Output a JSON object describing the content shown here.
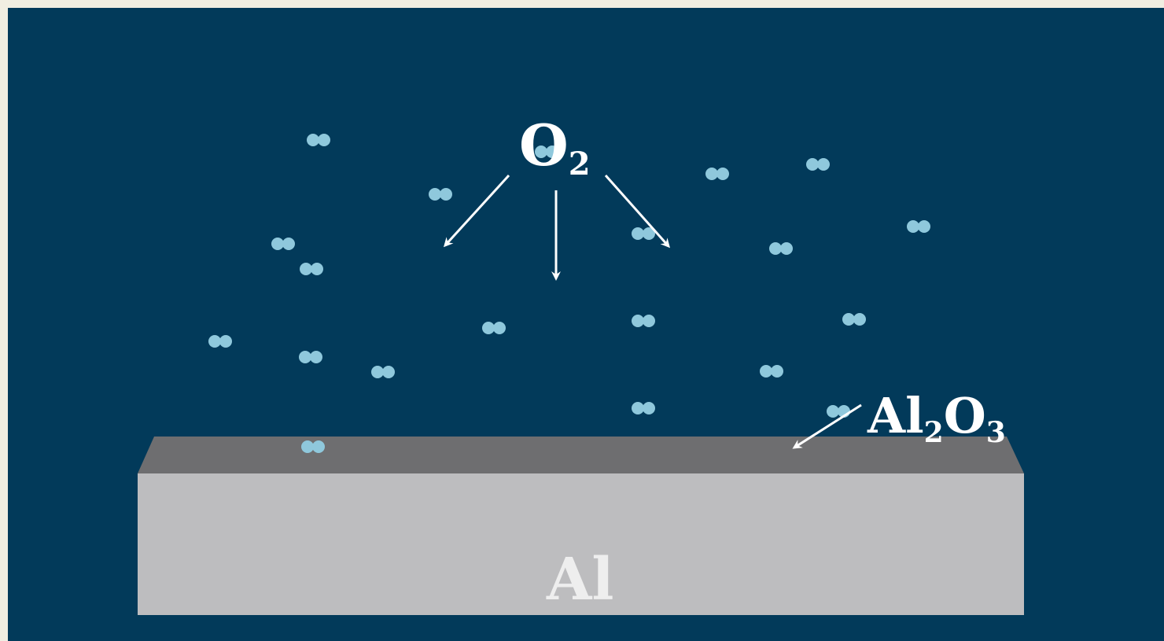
{
  "labels": {
    "oxygen": {
      "main": "O",
      "sub": "2"
    },
    "oxide": {
      "part1": "Al",
      "sub1": "2",
      "part2": "O",
      "sub2": "3"
    },
    "metal": "Al"
  },
  "colors": {
    "background": "#023a5a",
    "molecule": "#8fc8dc",
    "slab_top": "#6e6e70",
    "slab_front": "#bdbdbf",
    "arrow": "#ffffff"
  }
}
